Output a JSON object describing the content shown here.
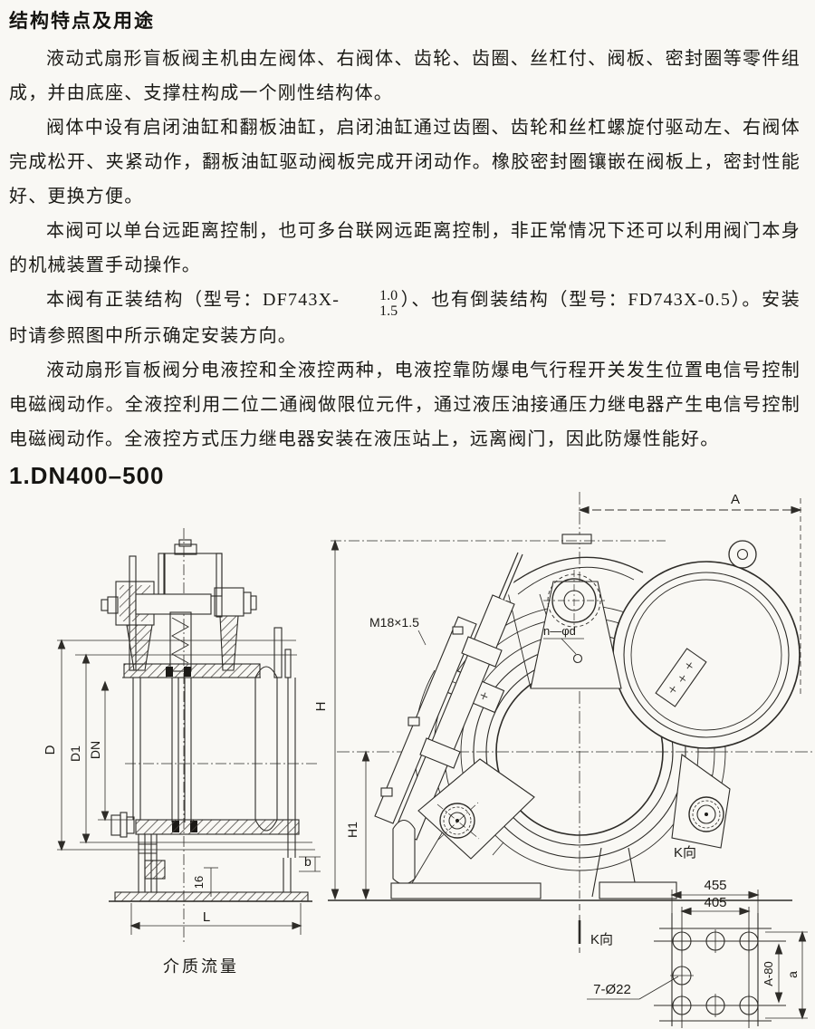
{
  "doc": {
    "title": "结构特点及用途",
    "p1": "液动式扇形盲板阀主机由左阀体、右阀体、齿轮、齿圈、丝杠付、阀板、密封圈等零件组成，并由底座、支撑柱构成一个刚性结构体。",
    "p2": "阀体中设有启闭油缸和翻板油缸，启闭油缸通过齿圈、齿轮和丝杠螺旋付驱动左、右阀体完成松开、夹紧动作，翻板油缸驱动阀板完成开闭动作。橡胶密封圈镶嵌在阀板上，密封性能好、更换方便。",
    "p3": "本阀可以单台远距离控制，也可多台联网远距离控制，非正常情况下还可以利用阀门本身的机械装置手动操作。",
    "p4": {
      "seg1": "本阀有正装结构（型号：DF743X-",
      "frac_top": "1.0",
      "frac_bottom": "1.5",
      "seg2": "）、也有倒装结构（型号：FD743X-0.5）。安装时请参照图中所示确定安装方向。"
    },
    "p5": "液动扇形盲板阀分电液控和全液控两种，电液控靠防爆电气行程开关发生位置电信号控制电磁阀动作。全液控利用二位二通阀做限位元件，通过液压油接通压力继电器产生电信号控制电磁阀动作。全液控方式压力继电器安装在液压站上，远离阀门，因此防爆性能好。",
    "section_heading": "1.DN400–500"
  },
  "figure": {
    "left": {
      "caption": "介质流量",
      "dim_d": "D",
      "dim_d1": "D1",
      "dim_dn": "DN",
      "dim_16": "16",
      "dim_b": "b",
      "dim_l": "L"
    },
    "right": {
      "dim_a": "A",
      "dim_h": "H",
      "dim_h1": "H1",
      "thread_label": "M18×1.5",
      "bolt_label": "n—φd",
      "k_view": "K向",
      "k_view_2": "K向"
    },
    "detail": {
      "dim_455": "455",
      "dim_405": "405",
      "dim_a80": "A-80",
      "dim_a": "a",
      "holes_label": "7-Ø22"
    }
  }
}
